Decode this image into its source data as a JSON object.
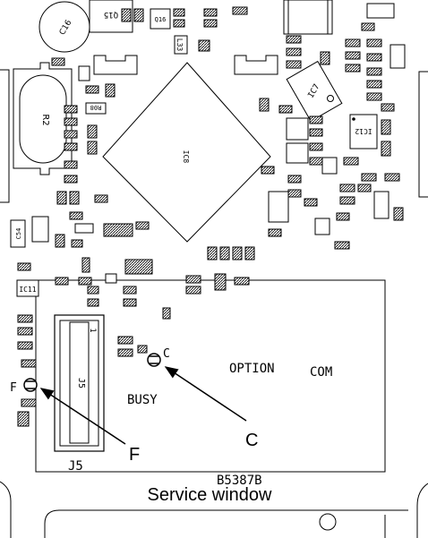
{
  "title": "Service window",
  "board_code": "B5387B",
  "component_labels": {
    "r2": "R2",
    "q15": "Q15",
    "c16": "C16",
    "ic8": "IC8",
    "ic7": "IC7",
    "ic12": "IC12",
    "j5_silk": "J5",
    "j5_pin1": "1",
    "j5_body": "J5",
    "ic11": "IC11",
    "c54": "C54",
    "l33": "L33",
    "r08": "R08",
    "q16": "Q16"
  },
  "silkscreen": {
    "option": "OPTION",
    "com": "COM",
    "busy": "BUSY"
  },
  "test_points": {
    "c_small": "C",
    "f_small": "F",
    "c_callout": "C",
    "f_callout": "F"
  }
}
